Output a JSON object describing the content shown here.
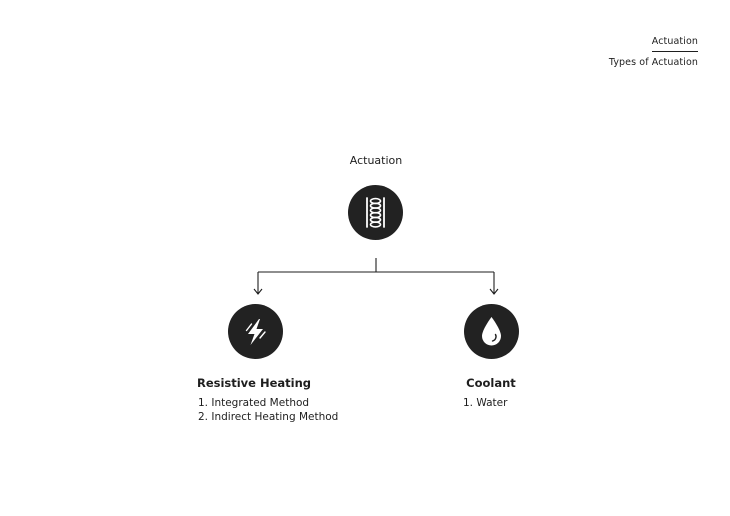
{
  "header": {
    "section": "Actuation",
    "subsection": "Types of Actuation"
  },
  "diagram": {
    "root": {
      "label": "Actuation",
      "icon": "coil-icon"
    },
    "children": [
      {
        "title": "Resistive Heating",
        "icon": "lightning-bolt-icon",
        "items": [
          "1. Integrated Method",
          "2. Indirect Heating Method"
        ]
      },
      {
        "title": "Coolant",
        "icon": "water-drop-icon",
        "items": [
          "1. Water"
        ]
      }
    ]
  },
  "colors": {
    "icon_fill": "#222222",
    "text": "#1e1e1e",
    "background": "#ffffff"
  }
}
